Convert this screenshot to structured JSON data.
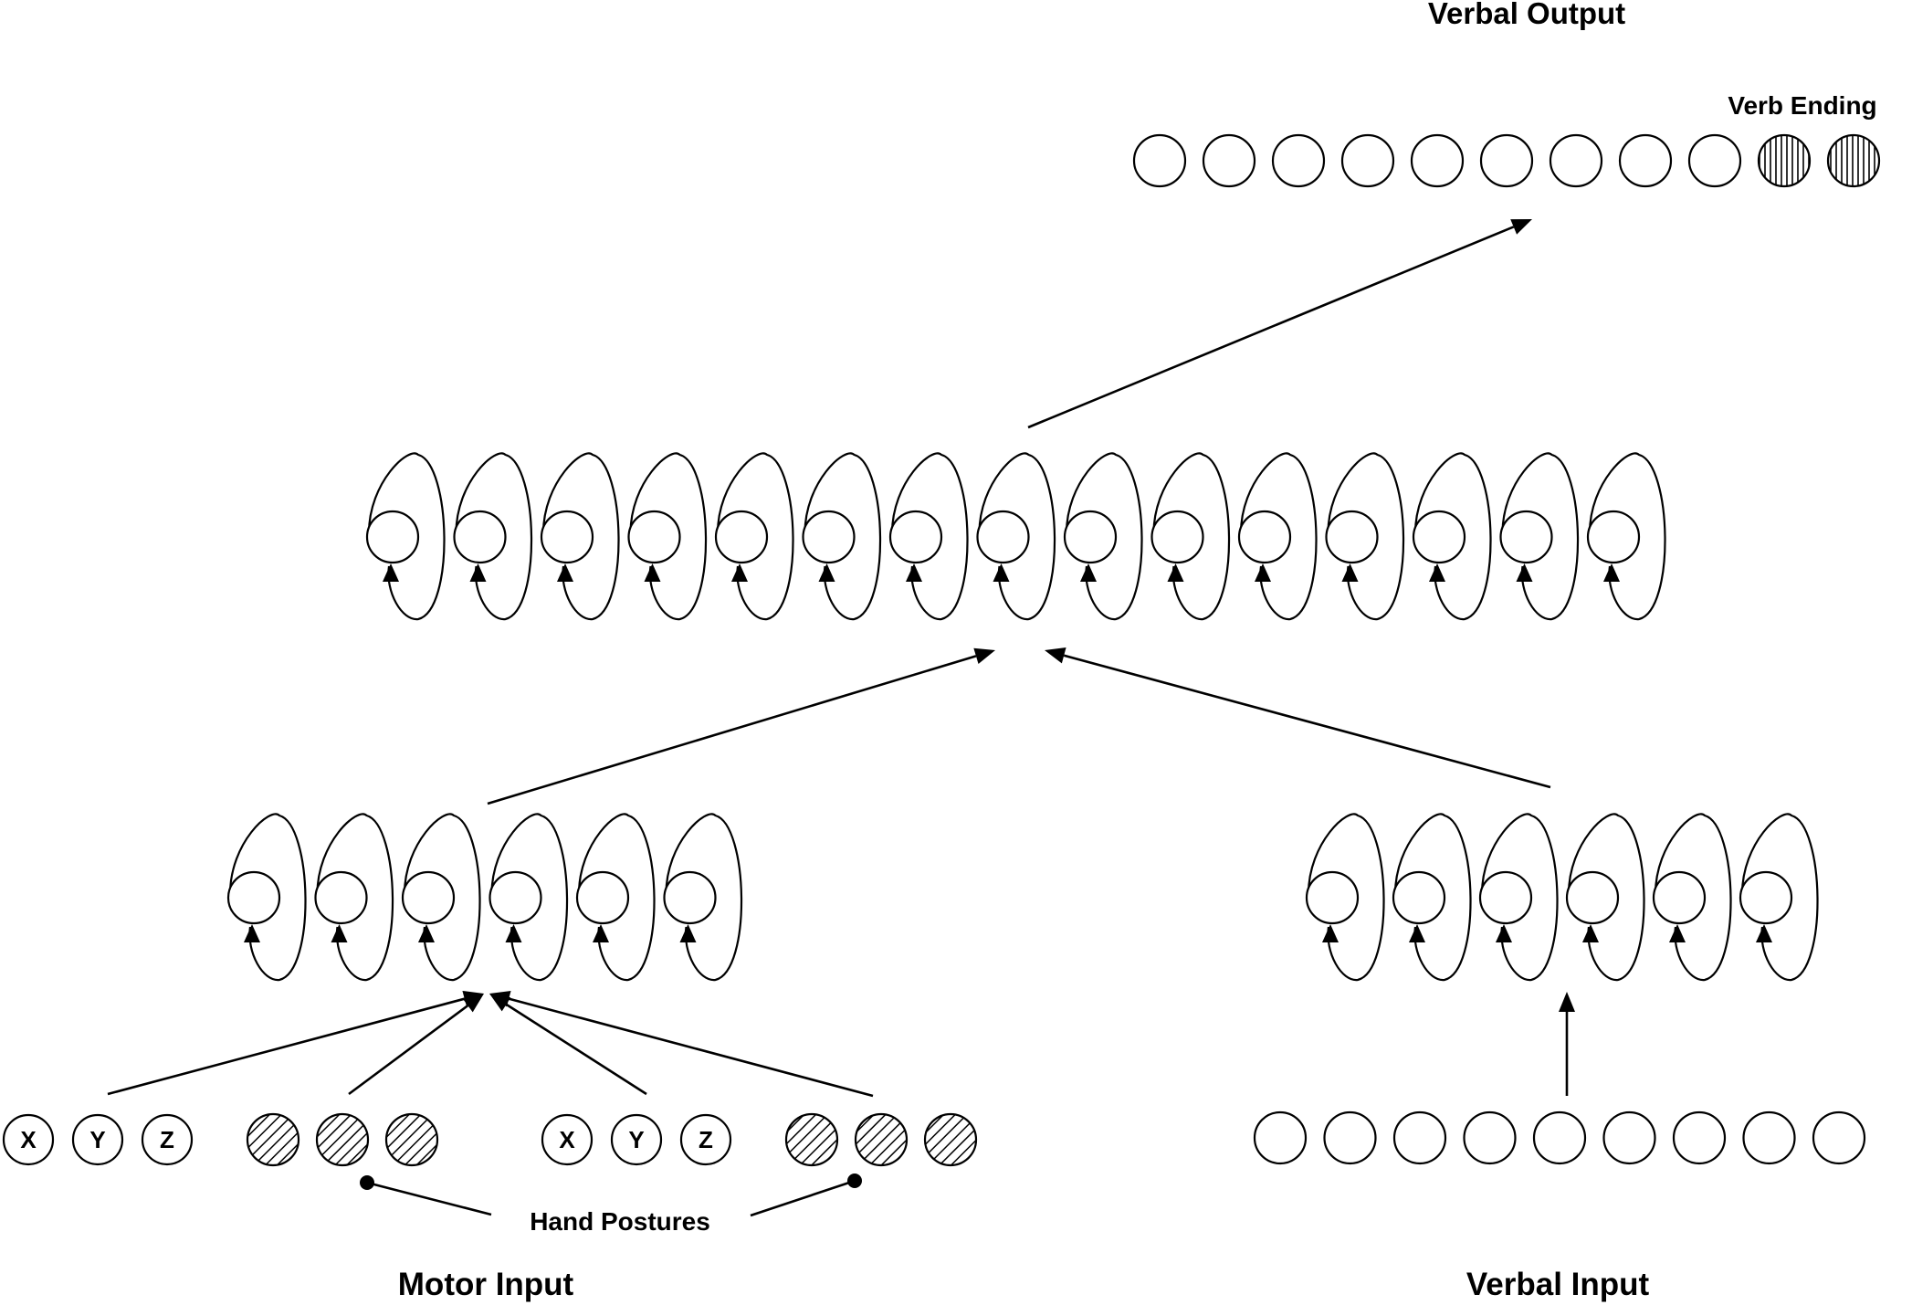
{
  "labels": {
    "verbal_output": "Verbal Output",
    "verb_ending": "Verb Ending",
    "hand_postures": "Hand Postures",
    "motor_input": "Motor Input",
    "verbal_input": "Verbal Input"
  },
  "coordinates": {
    "x": "X",
    "y": "Y",
    "z": "Z"
  },
  "counts": {
    "verbal_output_plain_units": 9,
    "verb_ending_units": 2,
    "central_recurrent_units": 15,
    "motor_recurrent_units": 6,
    "verbal_recurrent_units": 6,
    "verbal_input_units": 9,
    "hand_posture_units_per_group": 3
  }
}
